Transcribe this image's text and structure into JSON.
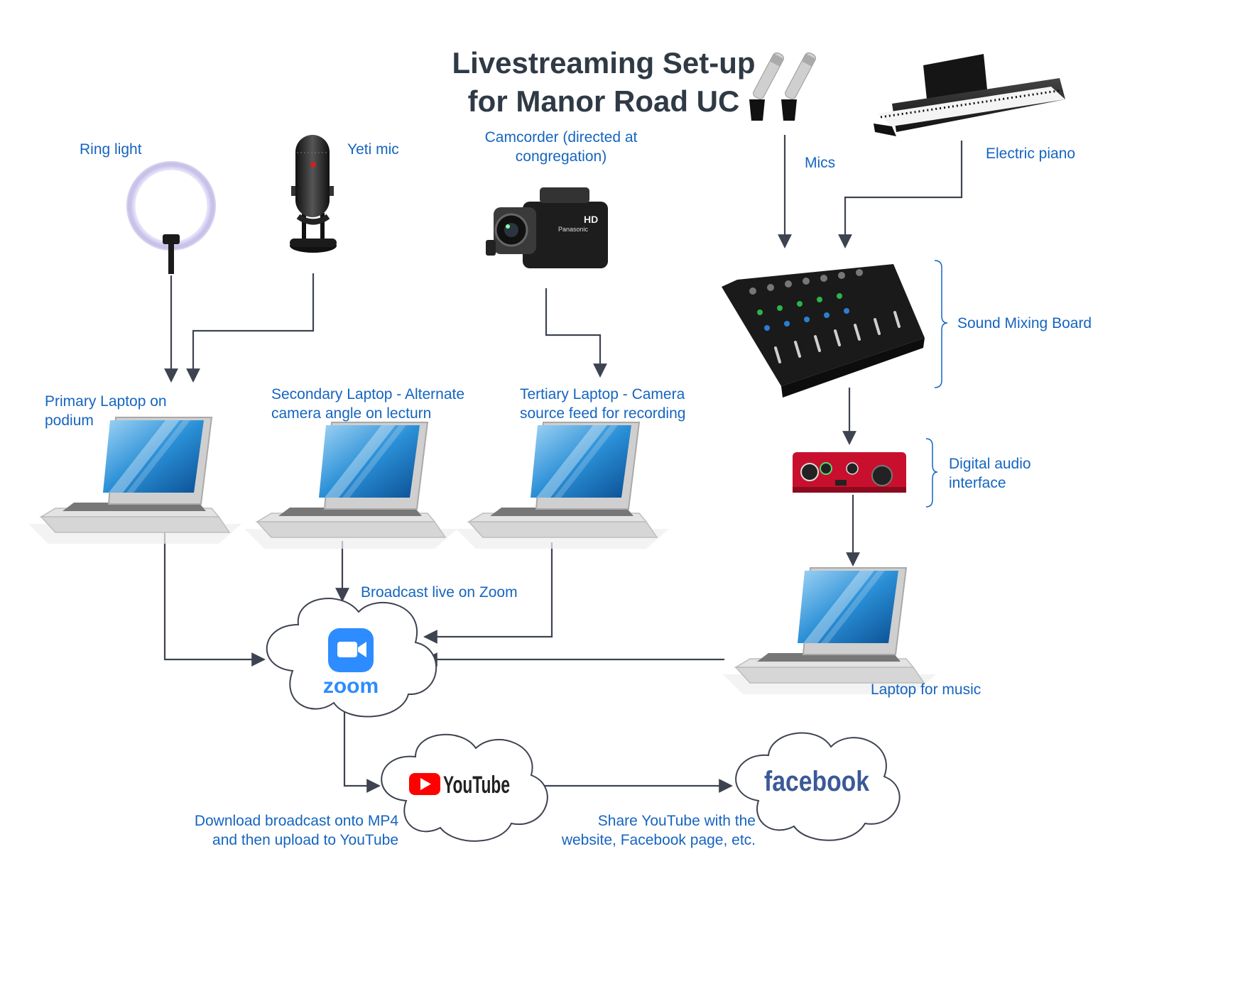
{
  "title": {
    "line1": "Livestreaming Set-up",
    "line2": "for Manor Road UC"
  },
  "labels": {
    "ring_light": "Ring light",
    "yeti_mic": "Yeti mic",
    "camcorder_1": "Camcorder (directed at",
    "camcorder_2": "congregation)",
    "mics": "Mics",
    "electric_piano": "Electric piano",
    "mixing_board": "Sound Mixing Board",
    "audio_interface_1": "Digital audio",
    "audio_interface_2": "interface",
    "primary_laptop_1": "Primary Laptop on",
    "primary_laptop_2": "podium",
    "secondary_laptop_1": "Secondary Laptop - Alternate",
    "secondary_laptop_2": "camera angle on lecturn",
    "tertiary_laptop_1": "Tertiary Laptop - Camera",
    "tertiary_laptop_2": "source feed for recording",
    "broadcast_zoom": "Broadcast live on Zoom",
    "music_laptop": "Laptop for music",
    "download_1": "Download broadcast onto MP4",
    "download_2": "and then upload to YouTube",
    "share_1": "Share YouTube with the",
    "share_2": "website, Facebook page, etc."
  },
  "logos": {
    "zoom": "zoom",
    "youtube": "YouTube",
    "facebook": "facebook"
  },
  "icons": [
    "ring-light-icon",
    "yeti-mic-icon",
    "camcorder-icon",
    "mics-icon",
    "piano-icon",
    "mixer-icon",
    "audio-interface-icon",
    "laptop-icon",
    "cloud-icon",
    "zoom-camera-icon",
    "youtube-play-icon"
  ],
  "colors": {
    "label": "#1565c0",
    "title": "#2f3a45",
    "connector": "#3d4350",
    "zoom": "#2d8cff",
    "youtube": "#ff0000",
    "facebook": "#3b5998",
    "interface": "#c8102e"
  }
}
